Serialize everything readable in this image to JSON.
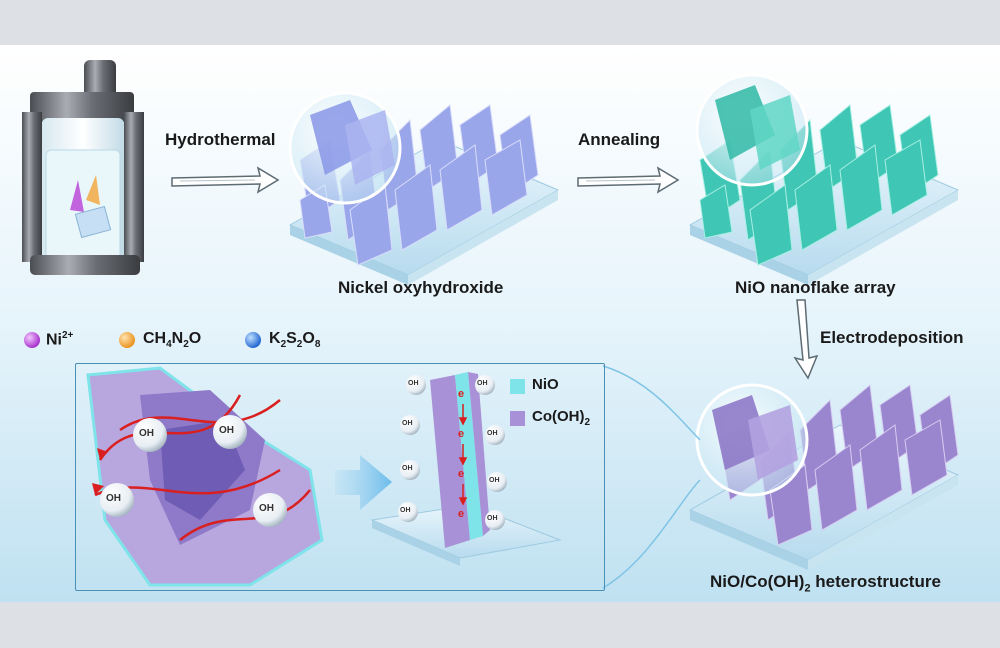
{
  "steps": {
    "hydrothermal": "Hydrothermal",
    "annealing": "Annealing",
    "electrodeposition": "Electrodeposition"
  },
  "products": {
    "nickel": "Nickel oxyhydroxide",
    "nio": "NiO nanoflake array",
    "hetero_main": "NiO/Co(OH)",
    "hetero_sub": "2",
    "hetero_tail": " heterostructure"
  },
  "reagents": {
    "ni_main": "Ni",
    "ni_sup": "2+",
    "ch_a": "CH",
    "ch_b": "4",
    "ch_c": "N",
    "ch_d": "2",
    "ch_e": "O",
    "k_a": "K",
    "k_b": "2",
    "k_c": "S",
    "k_d": "2",
    "k_e": "O",
    "k_f": "8"
  },
  "inset_legend": {
    "nio": "NiO",
    "co_main": "Co(OH)",
    "co_sub": "2"
  },
  "ions": {
    "oh": "OH",
    "electron": "e"
  },
  "colors": {
    "ni": "#b63fd6",
    "ch": "#f2a43a",
    "k": "#2f7fe0",
    "nio": "#7fe3ea",
    "co": "#a891d6",
    "nickel_flakes": "#9aa6ea",
    "nio_flakes": "#3fc6b4",
    "hetero_flakes": "#9a86cf",
    "arrow_red": "#d91f1f"
  }
}
